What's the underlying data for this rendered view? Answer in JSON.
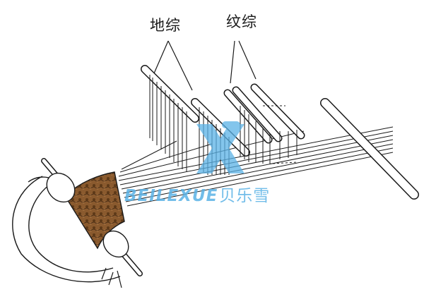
{
  "labels": {
    "ground_heddle": "地综",
    "pattern_heddle": "纹综"
  },
  "watermark": {
    "latin": "BEILEXUE",
    "chinese": "贝乐雪"
  },
  "colors": {
    "line": "#1a1a1a",
    "fabric": "#8a5a2e",
    "watermark": "#5ab2e6"
  }
}
